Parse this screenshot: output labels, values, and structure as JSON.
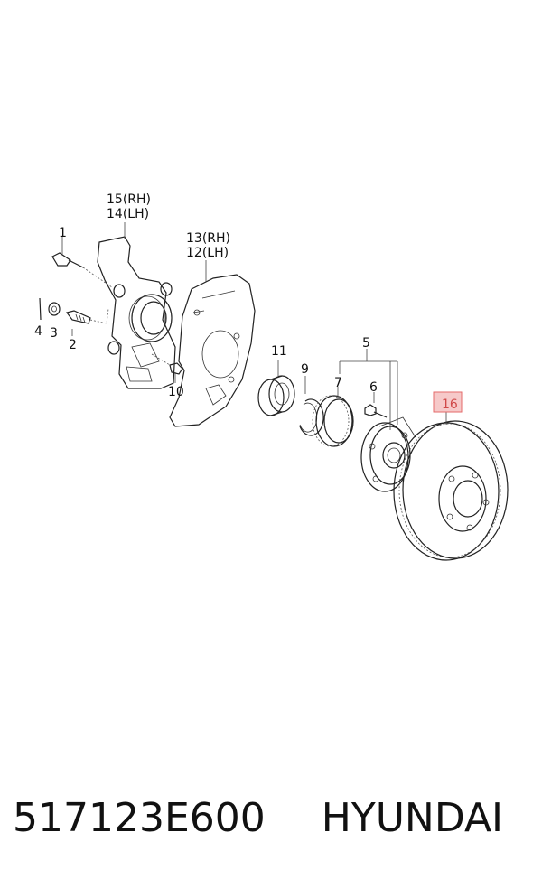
{
  "diagram": {
    "labels": {
      "p1": "1",
      "p2": "2",
      "p3": "3",
      "p4": "4",
      "p5": "5",
      "p6": "6",
      "p7": "7",
      "p9": "9",
      "p10": "10",
      "p11": "11",
      "p12": "12(LH)",
      "p13": "13(RH)",
      "p14": "14(LH)",
      "p15": "15(RH)",
      "p16": "16"
    },
    "highlight_color": "#e46a6a"
  },
  "caption": {
    "part_number": "517123E600",
    "brand": "HYUNDAI"
  }
}
